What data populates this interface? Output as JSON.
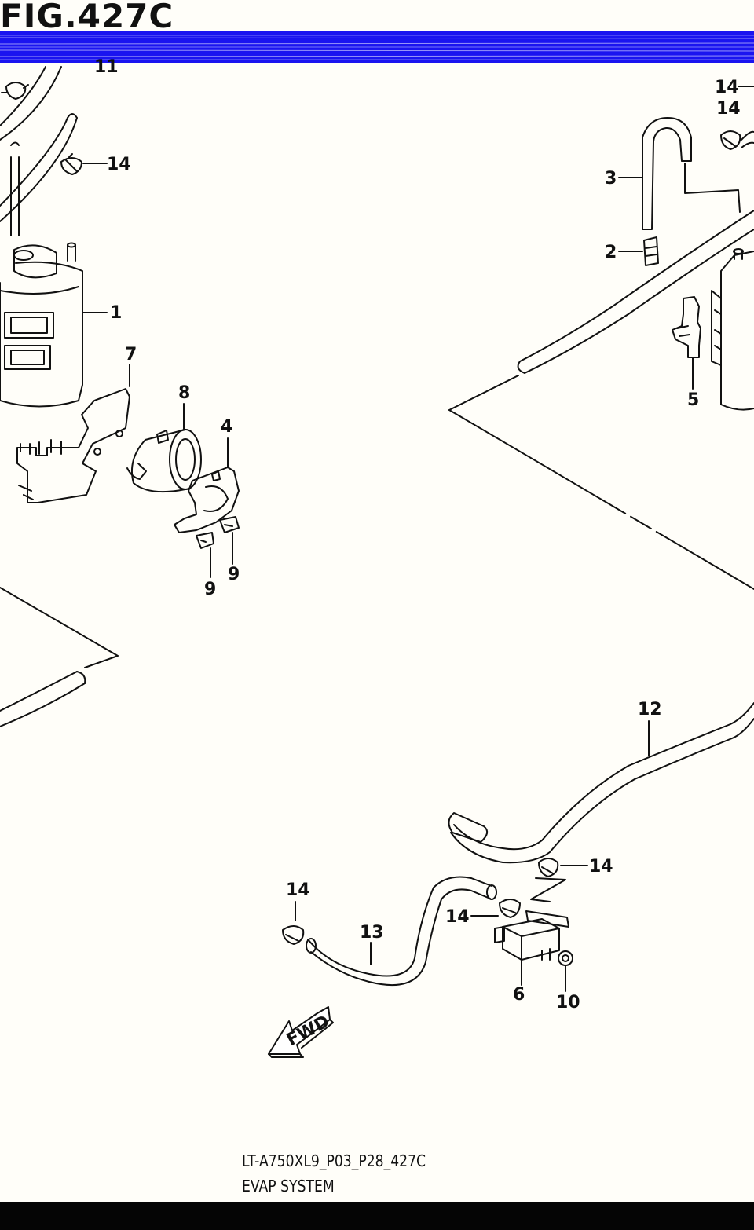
{
  "figure": {
    "title": "FIG.427C"
  },
  "callouts": [
    {
      "id": "c1",
      "text": "1"
    },
    {
      "id": "c2",
      "text": "2"
    },
    {
      "id": "c3",
      "text": "3"
    },
    {
      "id": "c4",
      "text": "4"
    },
    {
      "id": "c5",
      "text": "5"
    },
    {
      "id": "c6",
      "text": "6"
    },
    {
      "id": "c7",
      "text": "7"
    },
    {
      "id": "c8",
      "text": "8"
    },
    {
      "id": "c9a",
      "text": "9"
    },
    {
      "id": "c9b",
      "text": "9"
    },
    {
      "id": "c10",
      "text": "10"
    },
    {
      "id": "c11",
      "text": "11"
    },
    {
      "id": "c12",
      "text": "12"
    },
    {
      "id": "c13",
      "text": "13"
    },
    {
      "id": "c14a",
      "text": "14"
    },
    {
      "id": "c14b",
      "text": "14"
    },
    {
      "id": "c14c",
      "text": "14"
    },
    {
      "id": "c14d",
      "text": "14"
    },
    {
      "id": "c14e",
      "text": "14"
    },
    {
      "id": "c14f",
      "text": "14"
    }
  ],
  "fwd_label": "FWD",
  "caption": {
    "code": "LT-A750XL9_P03_P28_427C",
    "name": "EVAP SYSTEM"
  },
  "colors": {
    "title_band": "#1a14f0",
    "line": "#111111",
    "background": "#fffef9"
  }
}
